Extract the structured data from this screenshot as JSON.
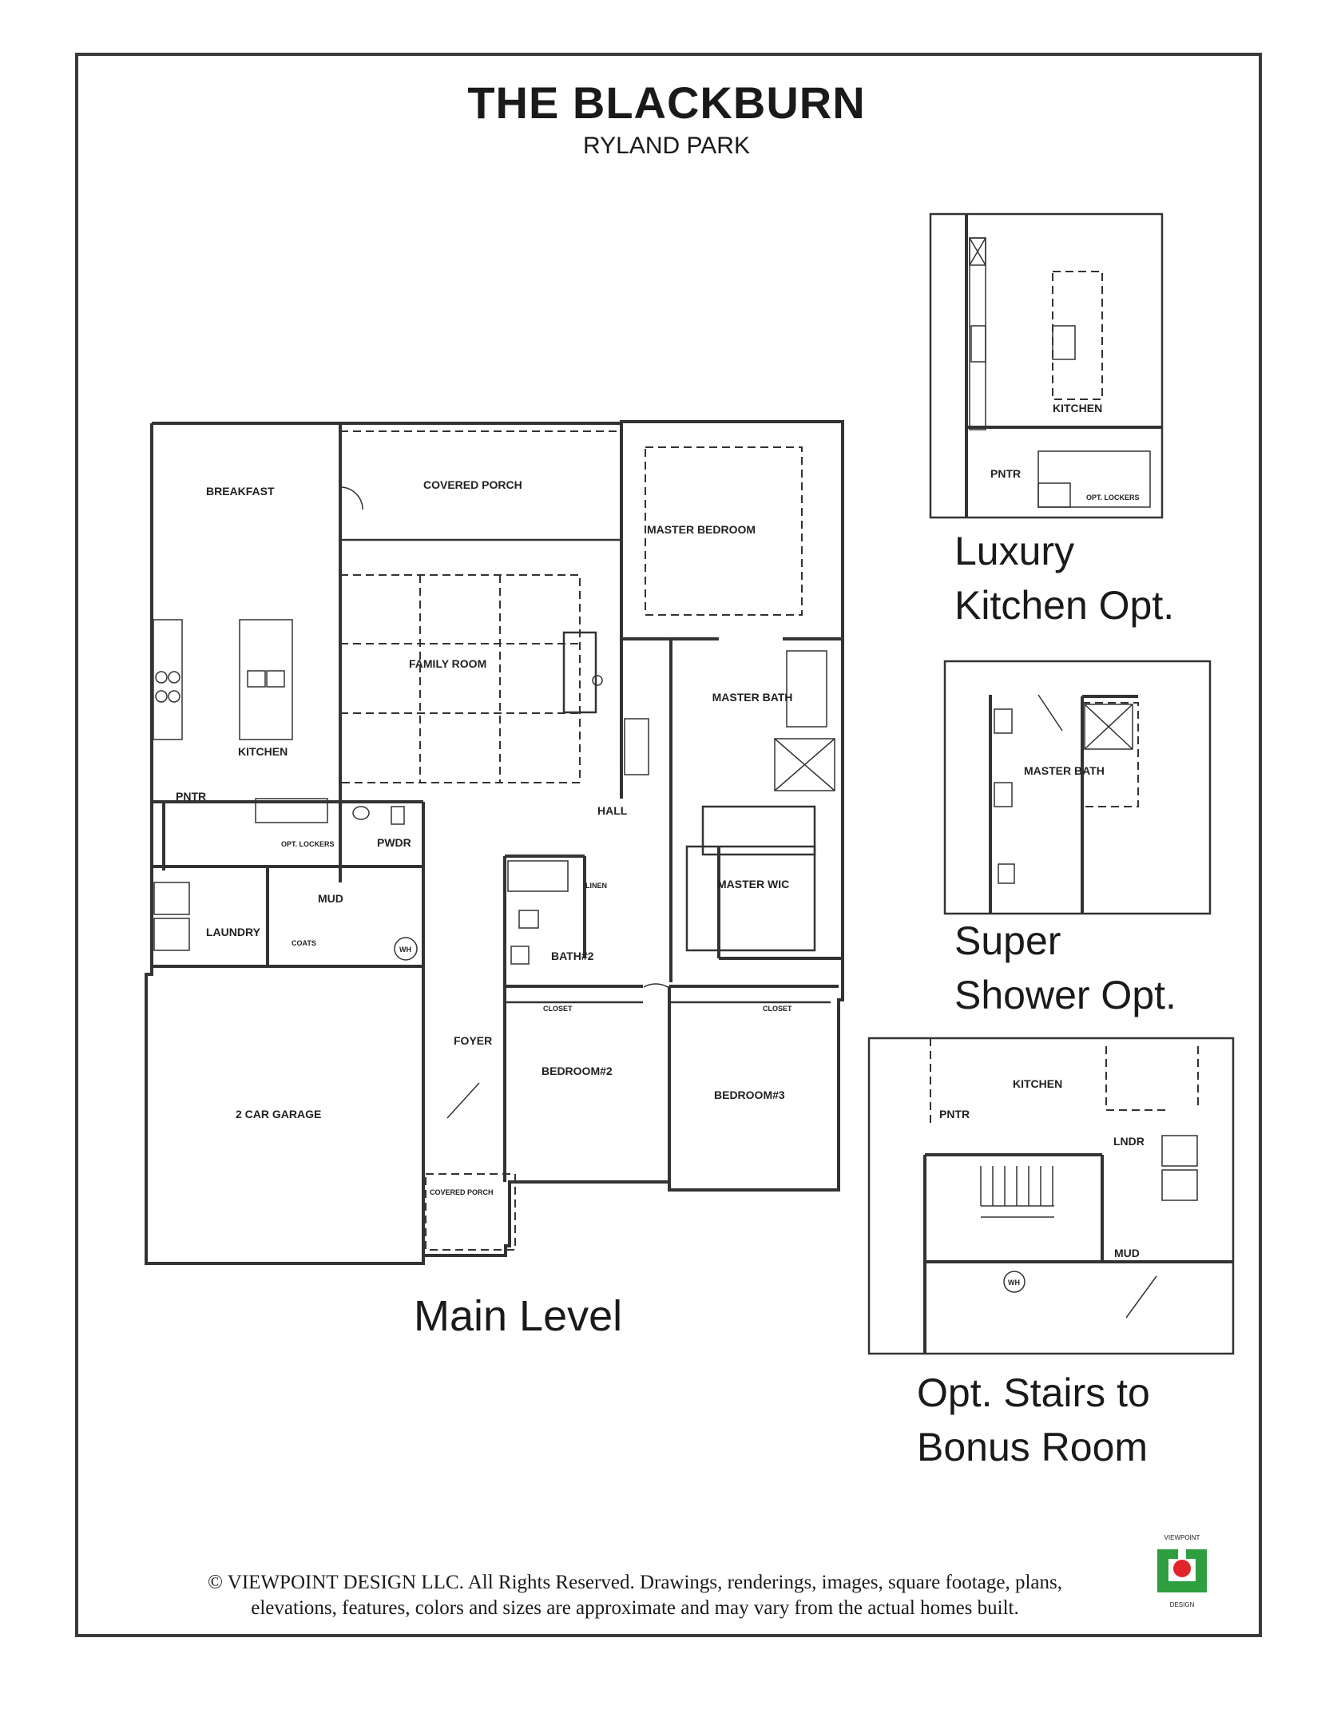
{
  "header": {
    "title": "THE BLACKBURN",
    "subtitle": "RYLAND PARK"
  },
  "main_plan": {
    "caption": "Main Level",
    "rooms": {
      "breakfast": "BREAKFAST",
      "covered_porch": "COVERED PORCH",
      "master_bedroom": "MASTER BEDROOM",
      "family_room": "FAMILY ROOM",
      "kitchen": "KITCHEN",
      "pantry": "PNTR",
      "master_bath": "MASTER BATH",
      "hall": "HALL",
      "powder": "PWDR",
      "mud": "MUD",
      "laundry": "LAUNDRY",
      "master_wic": "MASTER WIC",
      "bath2": "BATH#2",
      "foyer": "FOYER",
      "bedroom2": "BEDROOM#2",
      "bedroom3": "BEDROOM#3",
      "garage": "2 CAR GARAGE",
      "front_porch": "COVERED PORCH"
    },
    "small_labels": {
      "closet_a": "CLOSET",
      "closet_b": "CLOSET",
      "coats": "COATS",
      "opt_lockers": "OPT. LOCKERS",
      "linen": "LINEN",
      "wh": "WH"
    }
  },
  "options": [
    {
      "caption_line1": "Luxury",
      "caption_line2": "Kitchen Opt.",
      "labels": {
        "kitchen": "KITCHEN",
        "pantry": "PNTR",
        "lockers": "OPT. LOCKERS"
      }
    },
    {
      "caption_line1": "Super",
      "caption_line2": "Shower Opt.",
      "labels": {
        "master_bath": "MASTER BATH"
      }
    },
    {
      "caption_line1": "Opt. Stairs to",
      "caption_line2": "Bonus Room",
      "labels": {
        "kitchen": "KITCHEN",
        "pantry": "PNTR",
        "laundry": "LNDR",
        "mud": "MUD",
        "wh": "WH"
      }
    }
  ],
  "footer": {
    "copyright_line1": "© VIEWPOINT DESIGN LLC. All Rights Reserved. Drawings, renderings, images, square footage, plans,",
    "copyright_line2": "elevations, features, colors and sizes are approximate and may vary from the actual homes built.",
    "logo_top": "VIEWPOINT",
    "logo_bottom": "DESIGN",
    "logo_colors": {
      "green": "#2e9e3e",
      "red": "#e0262b"
    }
  }
}
